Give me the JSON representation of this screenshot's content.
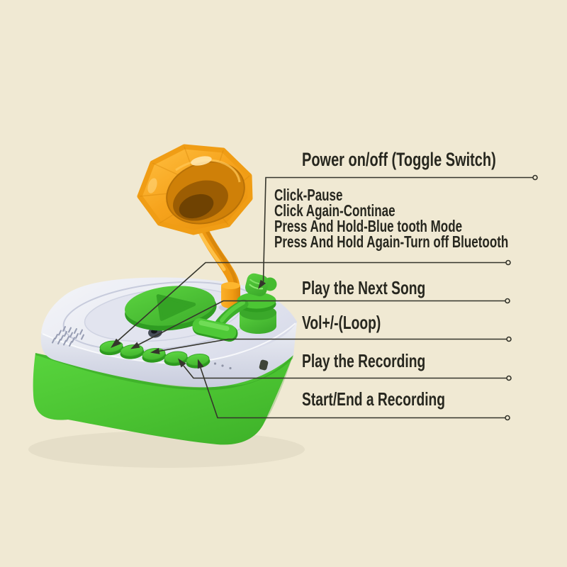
{
  "colors": {
    "background": "#f0e9d3",
    "text": "#27271f",
    "callout_line": "#35352c",
    "body_green": "#4dc934",
    "deck_white": "#e9ebf3",
    "horn_orange": "#f5a41e",
    "button_green": "#54cc39"
  },
  "annotation": {
    "line_color": "#35352c"
  },
  "callouts": {
    "power": {
      "label": "Power on/off (Toggle Switch)"
    },
    "play_pause": {
      "line1": "Click-Pause",
      "line2": "Click Again-Continae",
      "line3": "Press And Hold-Blue tooth Mode",
      "line4": "Press And Hold Again-Turn off Bluetooth"
    },
    "next_song": {
      "label": "Play the Next Song"
    },
    "volume": {
      "label": "Vol+/-(Loop)"
    },
    "play_recording": {
      "label": "Play the Recording"
    },
    "record": {
      "label": "Start/End a Recording"
    }
  }
}
